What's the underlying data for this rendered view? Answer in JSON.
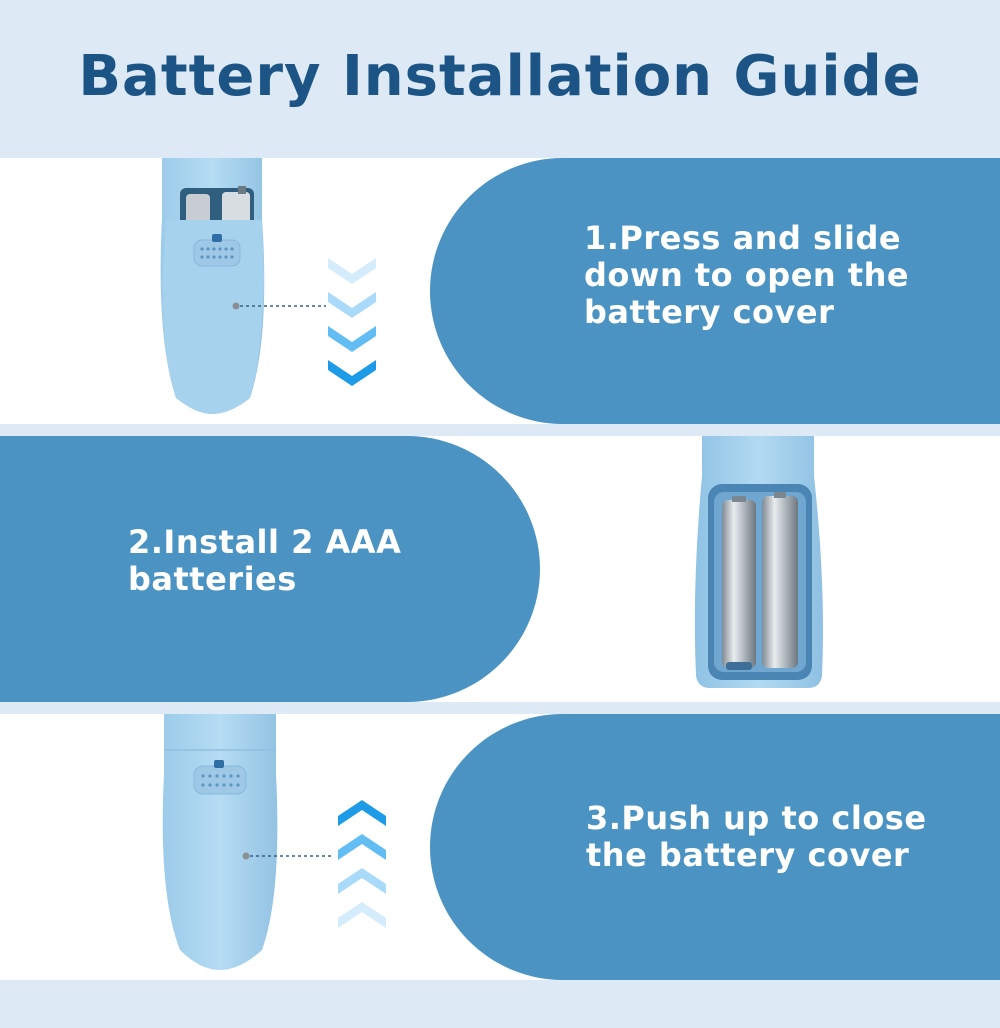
{
  "title": "Battery Installation Guide",
  "steps": [
    {
      "text": "1.Press and slide\ndown to open the\nbattery cover",
      "arrow": "chevrons-down-icon"
    },
    {
      "text": "2.Install 2 AAA\nbatteries"
    },
    {
      "text": "3.Push up to close\nthe battery cover",
      "arrow": "chevrons-up-icon"
    }
  ],
  "colors": {
    "background": "#dde9f4",
    "title": "#1c5585",
    "pill": "#4a93c2",
    "device": "#a9d3ee",
    "arrow": "#1e9be6"
  }
}
